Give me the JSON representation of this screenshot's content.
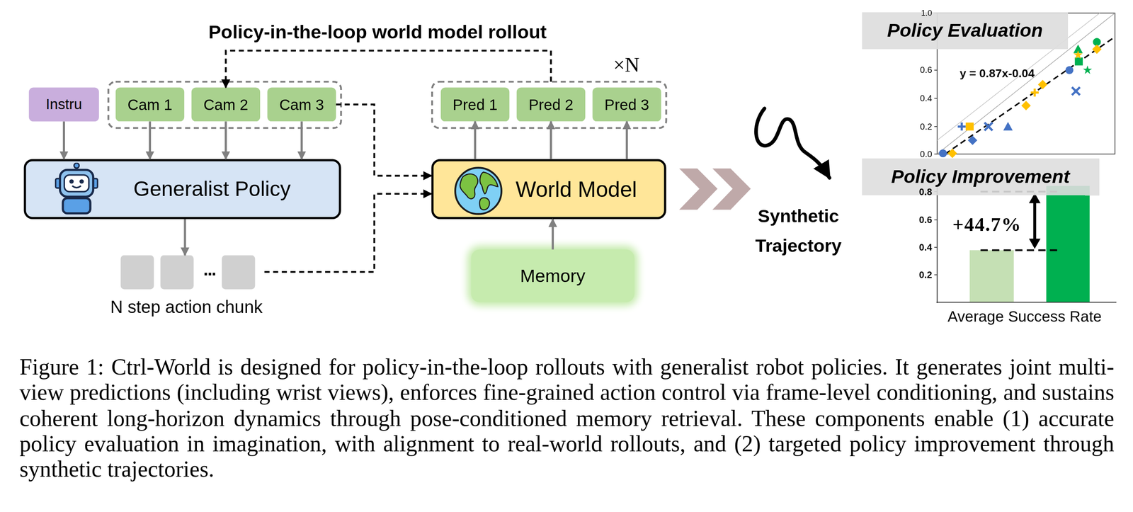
{
  "diagram": {
    "caption": "Figure 1: Ctrl-World is designed for policy-in-the-loop rollouts with generalist robot policies. It generates joint multi-view predictions (including wrist views), enforces fine-grained action control via frame-level conditioning, and sustains coherent long-horizon dynamics through pose-conditioned memory retrieval. These components enable (1) accurate policy evaluation in imagination, with alignment to real-world rollouts, and (2) targeted policy improvement through synthetic trajectories.",
    "nodes": [
      {
        "text": [
          "Instru"
        ]
      },
      {
        "text": [
          "Cam 1"
        ]
      },
      {
        "text": [
          "Cam 2"
        ]
      },
      {
        "text": [
          "Cam 3"
        ]
      },
      {
        "text": [
          "Pred 1"
        ]
      },
      {
        "text": [
          "Pred 2"
        ]
      },
      {
        "text": [
          "Pred 3"
        ]
      },
      {
        "text": [
          "Policy Evaluation"
        ]
      },
      {
        "text": [
          "Generalist Policy"
        ]
      },
      {
        "text": [
          "World Model"
        ]
      },
      {
        "text": [
          "Policy Improvement"
        ]
      },
      {
        "text": [
          "...",
          "N step action chunk"
        ]
      },
      {
        "text": [
          "Memory"
        ]
      }
    ],
    "edges": [
      {
        "from": 0,
        "to": 8,
        "arrow": "to"
      },
      {
        "from": 1,
        "to": 8,
        "arrow": "to"
      },
      {
        "from": 2,
        "to": 8,
        "arrow": "to"
      },
      {
        "from": 3,
        "to": 8,
        "arrow": "to"
      },
      {
        "from": 3,
        "to": 9,
        "arrow": "to"
      },
      {
        "from": 8,
        "to": 11,
        "arrow": "to"
      },
      {
        "from": 11,
        "to": 9,
        "arrow": "to"
      },
      {
        "from": 9,
        "to": 4,
        "arrow": "to"
      },
      {
        "from": 9,
        "to": 5,
        "arrow": "to"
      },
      {
        "from": 9,
        "to": 6,
        "arrow": "to"
      },
      {
        "from": 12,
        "to": 9,
        "arrow": "to"
      },
      {
        "from": 5,
        "to": 2,
        "label": "Policy-in-the-loop world model rollout",
        "arrow": "to"
      }
    ],
    "labels": [
      "×N",
      "Synthetic Trajectory",
      "1.0",
      "0.6",
      "0.4",
      "0.2",
      "0.0",
      "y = 0.87x-0.04",
      "+44.7%",
      "0.8",
      "0.6",
      "0.4",
      "0.2",
      "Average Success Rate"
    ]
  }
}
